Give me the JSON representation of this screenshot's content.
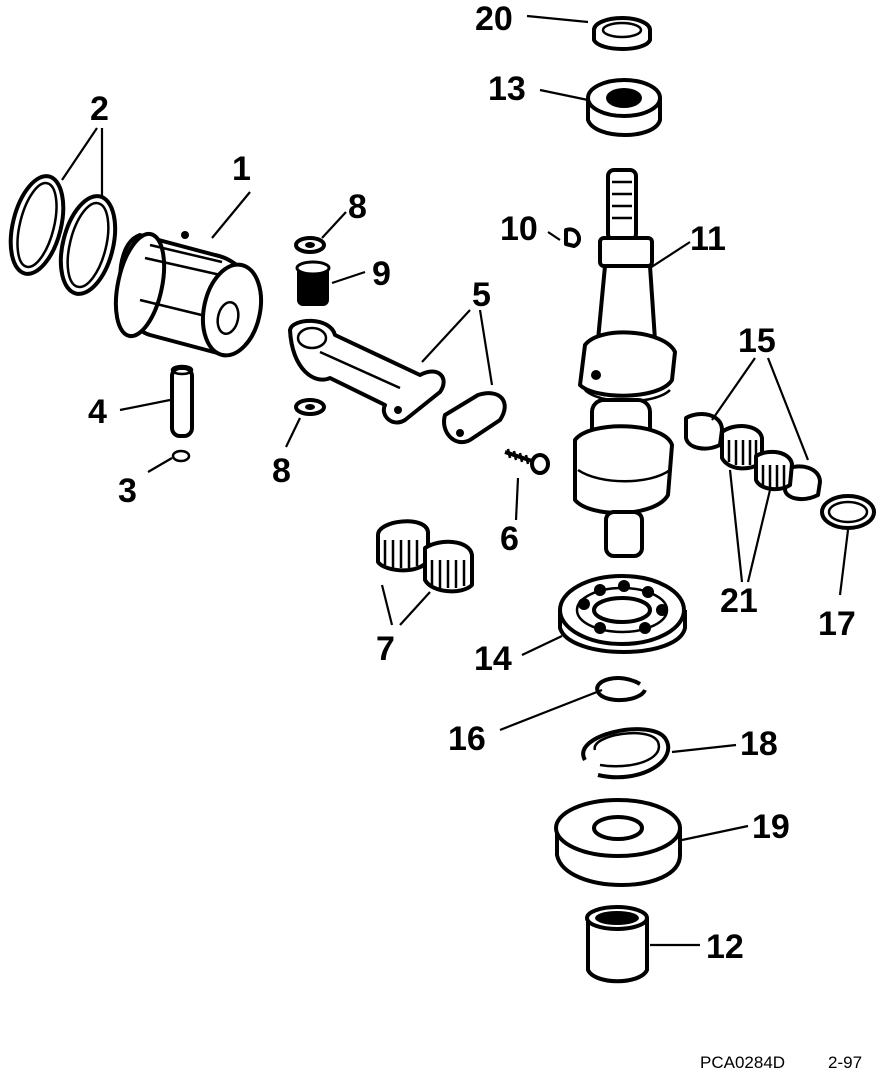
{
  "callouts": {
    "c1": "1",
    "c2": "2",
    "c3": "3",
    "c4": "4",
    "c5": "5",
    "c6": "6",
    "c7": "7",
    "c8a": "8",
    "c8b": "8",
    "c9": "9",
    "c10": "10",
    "c11": "11",
    "c12": "12",
    "c13": "13",
    "c14": "14",
    "c15": "15",
    "c16": "16",
    "c17": "17",
    "c18": "18",
    "c19": "19",
    "c20": "20",
    "c21": "21"
  },
  "footer": {
    "code": "PCA0284D",
    "page": "2-97"
  }
}
